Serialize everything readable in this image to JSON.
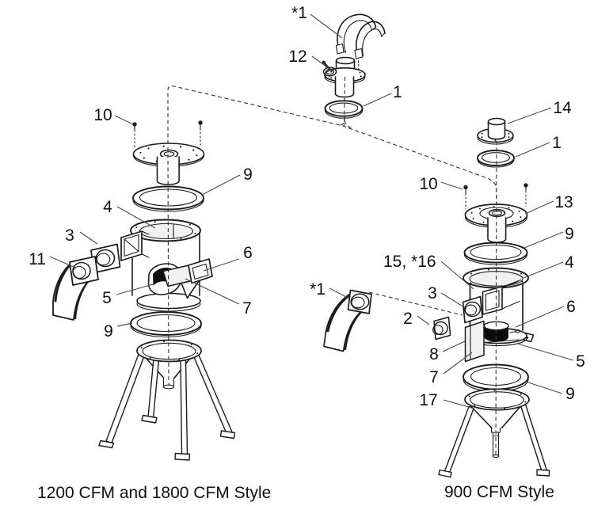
{
  "diagram": {
    "type": "exploded-parts-diagram",
    "subject": "cyclone dust collector assemblies",
    "colors": {
      "line": "#1c1c1c",
      "background": "#ffffff"
    },
    "captions": {
      "left": "1200 CFM and 1800 CFM Style",
      "right": "900 CFM Style"
    },
    "labels": {
      "top_hose": "*1",
      "top_clamp": "12",
      "top_oring": "1",
      "left_screws": "10",
      "left_oring_top": "9",
      "left_body": "4",
      "left_gasket": "3",
      "left_elbow": "11",
      "left_baffle": "5",
      "left_frame": "6",
      "left_plate": "7",
      "left_oring_bottom": "9",
      "right_cap": "14",
      "right_oring_top": "1",
      "right_screws": "10",
      "right_plate13": "13",
      "right_oring_upper": "9",
      "right_funnel": "15, *16",
      "right_body": "4",
      "right_gasket": "3",
      "right_plug": "2",
      "right_elbow": "*1",
      "right_baffle6": "6",
      "right_door": "8",
      "right_flange": "5",
      "right_plate7": "7",
      "right_oring_lower": "9",
      "right_stand": "17"
    }
  }
}
